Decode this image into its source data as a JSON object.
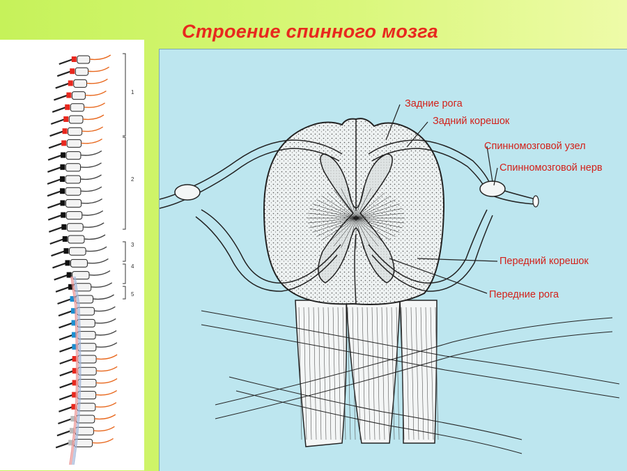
{
  "title": "Строение спинного мозга",
  "spine_figure": {
    "segment_markers": [
      "1",
      "2",
      "3",
      "4",
      "5"
    ],
    "colors": {
      "cervical": "#e8281e",
      "thoracic": "#111111",
      "lumbar": "#1d8fd1",
      "sacral": "#e8281e",
      "cord": "#e88f8f",
      "nerve_roots": "#e8681e"
    }
  },
  "cross_section": {
    "labels": {
      "posterior_horns": "Задние рога",
      "posterior_root": "Задний корешок",
      "spinal_ganglion": "Спинномозговой узел",
      "spinal_nerve": "Спинномозговой нерв",
      "anterior_root": "Передний корешок",
      "anterior_horns": "Передние рога"
    },
    "colors": {
      "background": "#bde6ef",
      "ink": "#1a1a1a",
      "label_accent": "#d2211a"
    }
  }
}
